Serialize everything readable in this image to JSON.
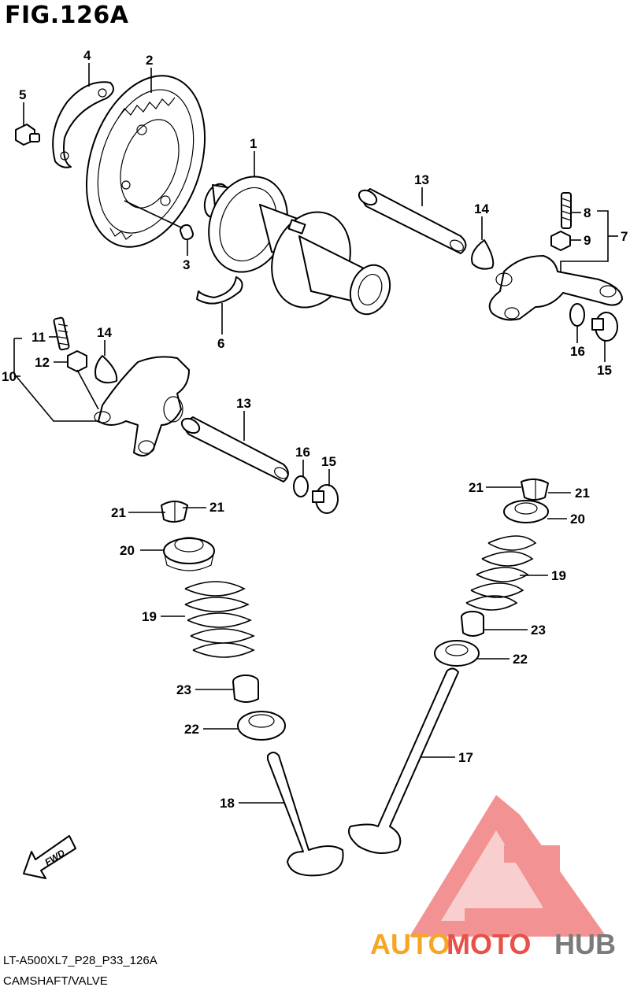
{
  "figure": {
    "title": "FIG.126A",
    "model_code": "LT-A500XL7_P28_P33_126A",
    "caption": "CAMSHAFT/VALVE",
    "fwd_label": "FWD"
  },
  "callouts": [
    "1",
    "2",
    "3",
    "4",
    "5",
    "6",
    "7",
    "8",
    "9",
    "10",
    "11",
    "12",
    "13",
    "13",
    "14",
    "14",
    "15",
    "15",
    "16",
    "16",
    "17",
    "18",
    "19",
    "19",
    "20",
    "20",
    "21",
    "21",
    "21",
    "21",
    "22",
    "22",
    "23",
    "23"
  ],
  "watermark": {
    "auto": "AUTO",
    "moto": "MOTO",
    "hub": "HUB",
    "colors": {
      "triangle": "#f08080",
      "auto": "#f5a623",
      "moto": "#e8504a",
      "hub": "#7b7b7b"
    }
  }
}
